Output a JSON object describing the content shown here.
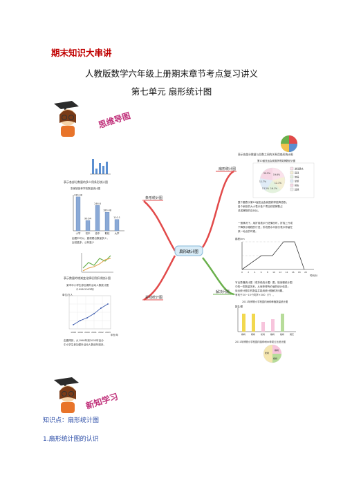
{
  "header": {
    "banner": "期末知识大串讲",
    "subtitle": "人教版数学六年级上册期末章节考点复习讲义",
    "unit": "第七单元  扇形统计图"
  },
  "sections": {
    "mindmap_title": "思维导图",
    "newlearn_title": "新知学习"
  },
  "mindmap": {
    "center": "扇形统计图",
    "left_top": "条形统计图",
    "left_bottom": "折线统计图",
    "right_top": "扇形统计图",
    "right_bottom": "解决问题",
    "bar_desc": "表示各部分数量的多少用条形统计图",
    "bar_chart_title": "张家镇各种学校数量统计图",
    "bar_values": [
      "330.48",
      "99.64",
      "246.6",
      "180.48",
      "110.1"
    ],
    "bar_categories": [
      "小学",
      "初中",
      "高中",
      "职校",
      "大学"
    ],
    "bar_note_1": "由图中可以，直观看出数量多少，",
    "bar_note_2": "比较量多，公有量少",
    "line_desc": "表示数量的增减变化情况用折线统计图",
    "line_chart_title": "某市中小学生参加课外活动人数统计图",
    "line_chart_sub": "（1998-2003年）",
    "line_ylabel": "单位/万人",
    "line_xlabel": "年份/年",
    "line_years": [
      "1998",
      "1999",
      "2000",
      "2001",
      "2002",
      "2003"
    ],
    "line_note_1": "由图得到，从1998年到2003年百分",
    "line_note_2": "中小学生参加课外活动人数逐年增多。",
    "pie_desc": "表示各部分数量与总数之间的关系用扇形统计图",
    "pie_chart_title": "第10届亚运会我国获得奖牌数统计图",
    "pie_labels": [
      "30.5%",
      "19.6%",
      "11.7%",
      "12.1%",
      "13.2%",
      "16.1%"
    ],
    "pie_legend": [
      "游泳跳水",
      "田径",
      "体操",
      "举重",
      "射击",
      "其他"
    ],
    "pie_note_1": "整个圆表示第10届亚运会我国获得奖牌总数；",
    "pie_note_2": "各个扇形的大小表示各个项目获奖牌数占",
    "pie_note_3": "总奖牌数的百分比。",
    "solve_note_1": "一般情况下，用折线表示行进情况时，折线上升或",
    "solve_note_2": "下降表示路程的行进；折线是水平部分表示停留在",
    "solve_note_3": "某一地点的时候。",
    "solve_ylabel": "路程/km",
    "solve_xlabel": "时间/分",
    "solve_x_ticks": [
      "0",
      "2",
      "4",
      "6",
      "8",
      "10",
      "12",
      "14",
      "16",
      "18",
      "20"
    ],
    "solve_text_1": "写出易懂统计图（或折线统计图）图，能读懂统计图",
    "solve_text_2": "中的一些数量关系，从而获得有价值的统计信息；",
    "solve_text_3": "读出统计图中的数量并能用统计图解决问题。",
    "solve_text_4": "有利于20~15个同学+200（个）。",
    "solve_bar_title": "2011年博物小学校园内树种种植数量统计图",
    "solve_bar_ylabel": "数量/棵",
    "solve_bar_cats": [
      "柳树",
      "杨树",
      "松树",
      "槐树",
      "桃树",
      "其它"
    ],
    "solve_pie_title": "2011年博物小学校园内各种树木种类占比统计图",
    "solve_pie_labels": [
      "柳树",
      "松树",
      "杨树"
    ]
  },
  "knowledge": {
    "point": "知识点：扇形统计图",
    "sub": "1.扇形统计图的认识"
  },
  "colors": {
    "banner": "#c00000",
    "branch_red": "#e24a4a",
    "branch_green": "#6ab04c",
    "node_fill": "#d9ecf7",
    "link": "#2e4fa8"
  }
}
